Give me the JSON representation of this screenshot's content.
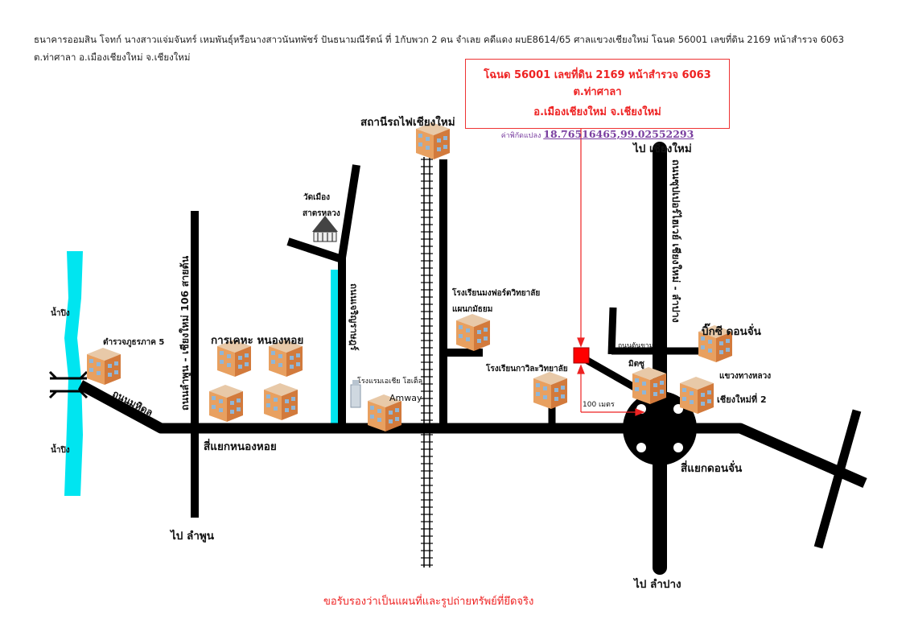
{
  "header": {
    "text": "ธนาคารออมสิน โจทก์ นางสาวแจ่มจันทร์  เหมพันธุ์หรือนางสาวนันทพัชร์  ปันธนามณีรัตน์ ที่ 1กับพวก 2 คน จำเลย คดีแดง ผบE8614/65 ศาลแขวงเชียงใหม่ โฉนด 56001 เลขที่ดิน 2169 หน้าสำรวจ 6063 ต.ท่าศาลา อ.เมืองเชียงใหม่ จ.เชียงใหม่"
  },
  "infobox": {
    "line1": "โฉนด 56001 เลขที่ดิน 2169 หน้าสำรวจ 6063 ต.ท่าศาลา",
    "line2": "อ.เมืองเชียงใหม่ จ.เชียงใหม่",
    "coord_label": "ค่าพิกัดแปลง",
    "coord_value": "18.76516465,99.02552293"
  },
  "labels": {
    "station": "สถานีรถไฟเชียงใหม่",
    "to_chiangmai": "ไป  เชียงใหม่",
    "highway_vertical": "ถนนซุปเปอร์ไฮเวย์ เชียงใหม่ - ลำปาง",
    "wat_line1": "วัดเมือง",
    "wat_line2": "สาตรหลวง",
    "lamphun_road_vertical": "ถนนลำพูน - เชียงใหม่ 106 สายต้น",
    "nong_hoi_housing": "การเคหะ หนองหอย",
    "police": "ตำรวจภูธรภาค 5",
    "river_top": "น้ำปิง",
    "river_bottom": "น้ำปิง",
    "road_mahidol": "ถนนมหิดล",
    "road_thipanet_vertical": "ถนนเจริญราษฎร์",
    "montfort_line1": "โรงเรียนมงฟอร์ตวิทยาลัย",
    "montfort_line2": "แผนกมัธยม",
    "big_c": "บิ๊กซี ดอนจั่น",
    "road_tonkham": "ถนนต้นขาม",
    "mitsu": "มิตซู",
    "kawila": "โรงเรียนกาวิละวิทยาลัย",
    "hotel": "โรงแรมเอเชีย โฮเต็ล",
    "amway": "Amway",
    "highways_dept_line1": "แขวงทางหลวง",
    "highways_dept_line2": "เชียงใหม่ที่ 2",
    "distance": "100 เมตร",
    "nong_hoi_junction": "สี่แยกหนองหอย",
    "don_chan_junction": "สี่แยกดอนจั่น",
    "to_lamphun": "ไป  ลำพูน",
    "to_lampang": "ไป  ลำปาง"
  },
  "footer": "ขอรับรองว่าเป็นแผนที่และรูปถ่ายทรัพย์ที่ยึดจริง",
  "colors": {
    "road": "#000000",
    "river": "#00e5f0",
    "canal": "#00e5f0",
    "marker": "#ff0000",
    "accent_text": "#e02020",
    "coord_text": "#7a3fa0"
  },
  "icons": {
    "property_marker": "red-square-marker",
    "buildings": "building-icon",
    "temple": "temple-icon"
  }
}
